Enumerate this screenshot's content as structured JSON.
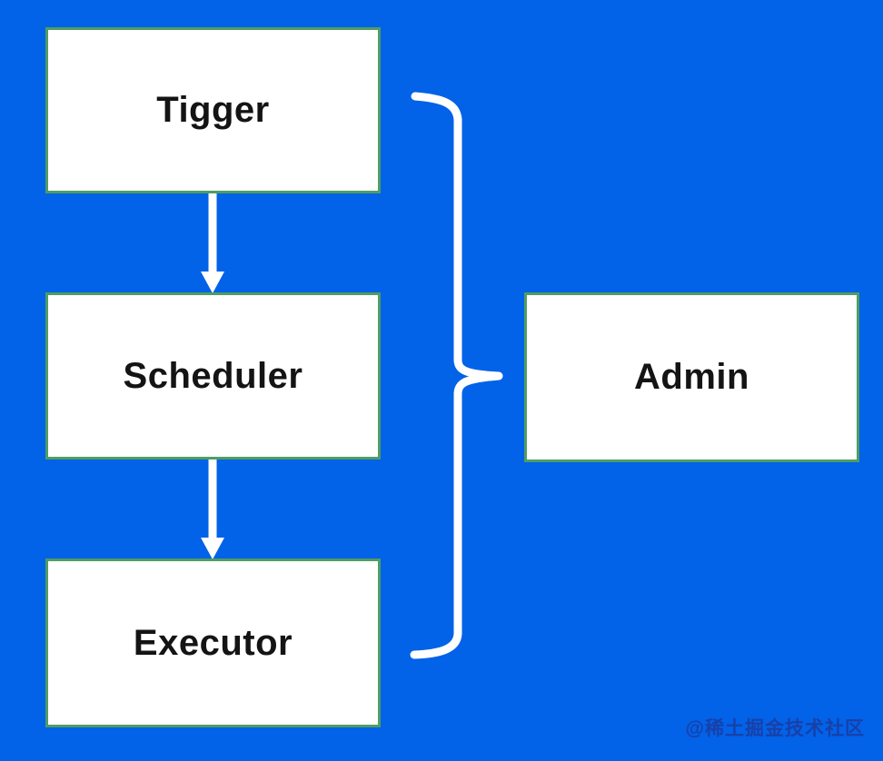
{
  "diagram": {
    "nodes": [
      {
        "id": "tigger",
        "label": "Tigger"
      },
      {
        "id": "scheduler",
        "label": "Scheduler"
      },
      {
        "id": "executor",
        "label": "Executor"
      },
      {
        "id": "admin",
        "label": "Admin"
      }
    ],
    "edges": [
      {
        "from": "tigger",
        "to": "scheduler",
        "type": "arrow-down"
      },
      {
        "from": "scheduler",
        "to": "executor",
        "type": "arrow-down"
      },
      {
        "from": "tigger+scheduler+executor",
        "to": "admin",
        "type": "curly-brace"
      }
    ],
    "colors": {
      "background": "#0262e8",
      "node_fill": "#ffffff",
      "node_border": "#4f9d63",
      "node_text": "#141414",
      "connector": "#ffffff",
      "watermark_text": "#1b3da3"
    },
    "watermark": "@稀土掘金技术社区"
  }
}
